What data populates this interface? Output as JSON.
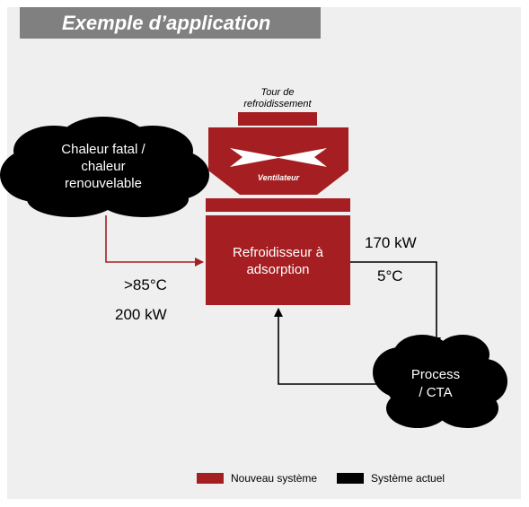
{
  "title": "Exemple d’application",
  "tower": {
    "label_line1": "Tour de",
    "label_line2": "refroidissement",
    "fan_label": "Ventilateur"
  },
  "chiller": {
    "line1": "Refroidisseur à",
    "line2": "adsorption"
  },
  "heat_source": {
    "line1": "Chaleur fatal /",
    "line2": "chaleur",
    "line3": "renouvelable"
  },
  "process": {
    "line1": "Process",
    "line2": "/ CTA"
  },
  "input": {
    "temperature": ">85°C",
    "power": "200 kW"
  },
  "output": {
    "power": "170 kW",
    "temperature": "5°C"
  },
  "legend": {
    "new_label": "Nouveau système",
    "current_label": "Système actuel"
  },
  "colors": {
    "new_system": "#a51e22",
    "current_system": "#000000",
    "title_bar": "#808080",
    "panel": "#efefef"
  }
}
